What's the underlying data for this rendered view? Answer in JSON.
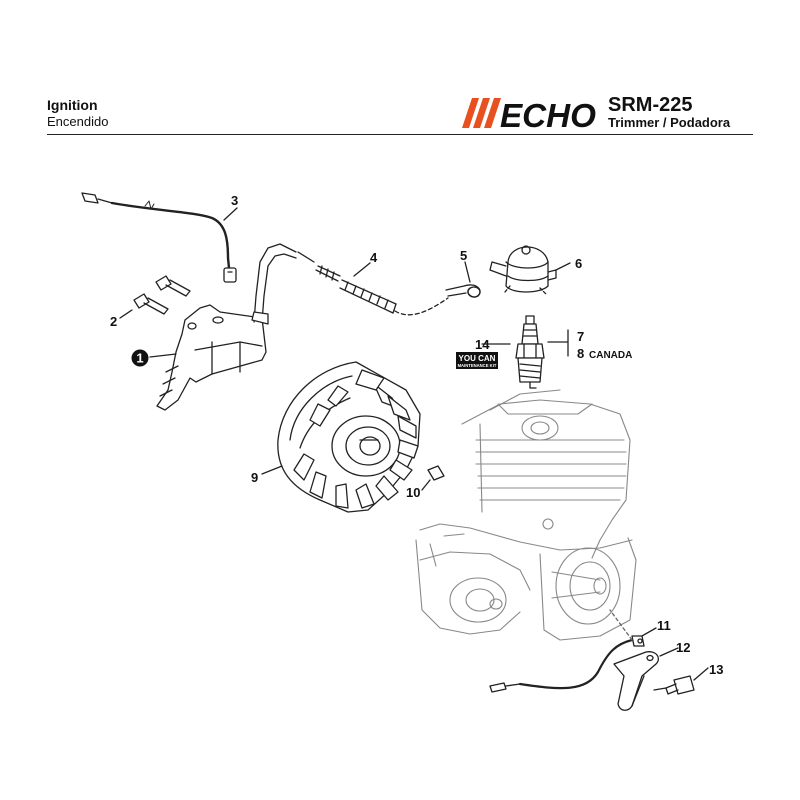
{
  "header": {
    "title": "Ignition",
    "subtitle": "Encendido",
    "brand": "ECHO",
    "model": "SRM-225",
    "product": "Trimmer / Podadora"
  },
  "colors": {
    "brand_orange": "#e8501f",
    "line": "#222222"
  },
  "callouts": [
    {
      "id": "1",
      "label": "1"
    },
    {
      "id": "2",
      "label": "2"
    },
    {
      "id": "3",
      "label": "3"
    },
    {
      "id": "4",
      "label": "4"
    },
    {
      "id": "5",
      "label": "5"
    },
    {
      "id": "6",
      "label": "6"
    },
    {
      "id": "7",
      "label": "7"
    },
    {
      "id": "8",
      "label": "8",
      "note": "CANADA"
    },
    {
      "id": "9",
      "label": "9"
    },
    {
      "id": "10",
      "label": "10"
    },
    {
      "id": "11",
      "label": "11"
    },
    {
      "id": "12",
      "label": "12"
    },
    {
      "id": "13",
      "label": "13"
    },
    {
      "id": "14",
      "label": "14"
    }
  ],
  "maintenance_kit": {
    "line1": "YOU CAN",
    "line2": "MAINTENANCE KIT"
  }
}
